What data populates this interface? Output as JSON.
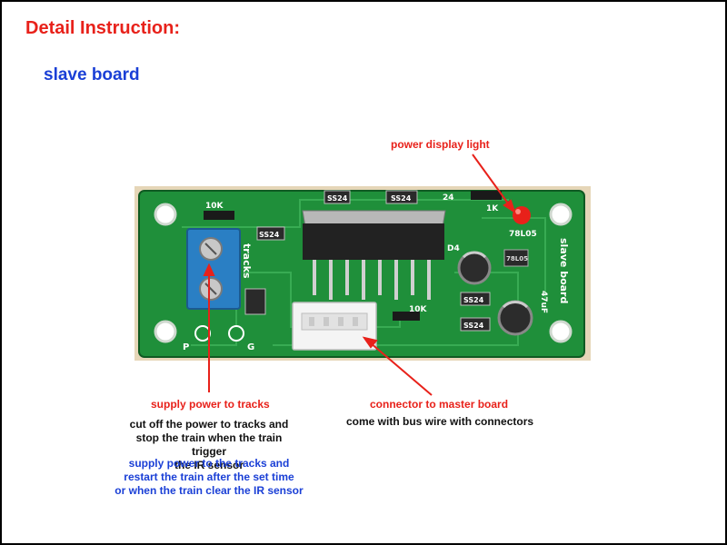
{
  "heading": "Detail Instruction:",
  "board_name": "slave board",
  "annotations": {
    "power_light": "power display light",
    "supply_tracks": "supply power to tracks",
    "connector_master": "connector to master board",
    "connector_desc": "come with bus wire with connectors",
    "cutoff_line1": "cut off the power to tracks and",
    "cutoff_line2": "stop the train when the train trigger",
    "cutoff_line3": "the IR sensor",
    "restart_line1": "supply power to the tracks and",
    "restart_line2": "restart the train after the set time",
    "restart_line3": "or when the train clear the IR sensor"
  },
  "pcb_labels": {
    "tracks": "tracks",
    "slave_board": "slave board",
    "reg": "78L05",
    "ss24": "SS24",
    "r10k": "10K",
    "r1k": "1K",
    "cap": "47uF",
    "d4": "D4",
    "num24": "24",
    "pad_left": "P",
    "pad_right": "G"
  },
  "colors": {
    "heading": "#e8211a",
    "board_name": "#1a3fd6",
    "pcb": "#1f8f3a",
    "terminal": "#2a7fc4",
    "arrow": "#e8211a",
    "led": "#e8211a"
  }
}
